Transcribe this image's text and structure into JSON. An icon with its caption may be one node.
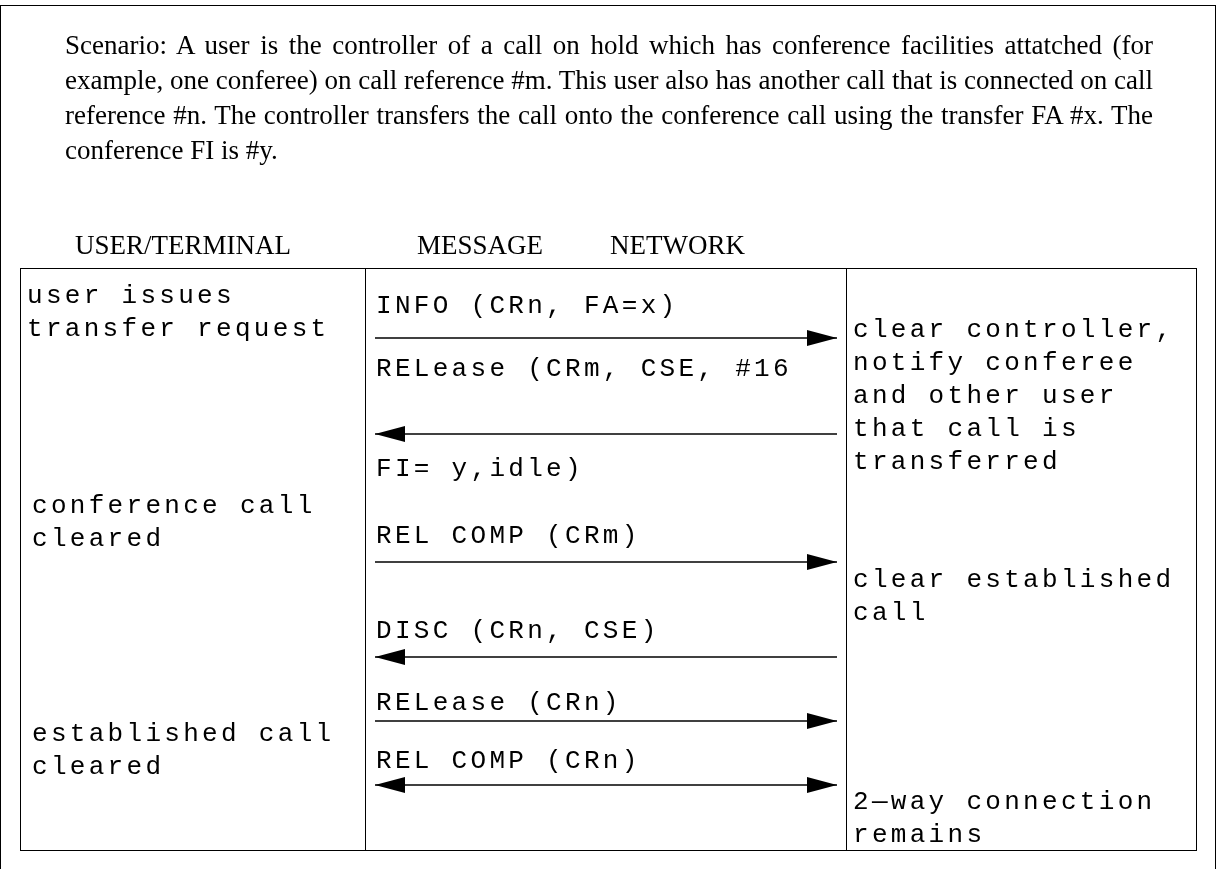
{
  "diagram": {
    "nodes": [
      {
        "text": [
          "user issues transfer request",
          "conference call cleared",
          "established call cleared"
        ]
      },
      {
        "text": [
          "clear controller, notify conferee and other user that call is transferred",
          "clear established call",
          "2—way connection remains"
        ]
      }
    ],
    "edges": [
      {
        "from": 0,
        "to": 1,
        "arrow": "to",
        "label": "INFO (CRn, FA=x)"
      },
      {
        "from": 1,
        "to": 0,
        "arrow": "to",
        "label": "RELease (CRm, CSE, #16 FI= y,idle)"
      },
      {
        "from": 0,
        "to": 1,
        "arrow": "to",
        "label": "REL COMP (CRm)"
      },
      {
        "from": 1,
        "to": 0,
        "arrow": "to",
        "label": "DISC (CRn, CSE)"
      },
      {
        "from": 0,
        "to": 1,
        "arrow": "to",
        "label": "RELease (CRn)"
      },
      {
        "from": 0,
        "to": 1,
        "arrow": "both",
        "label": "REL COMP (CRn)"
      }
    ],
    "labels": [
      "Scenario: A user is the controller of a call on hold which has conference facilities attatched (for example, one conferee) on call reference #m. This user also has another call that is connected on call reference #n. The controller transfers the call onto the conference call using the transfer FA #x. The conference FI is #y.",
      "USER/TERMINAL",
      "MESSAGE",
      "NETWORK"
    ]
  }
}
